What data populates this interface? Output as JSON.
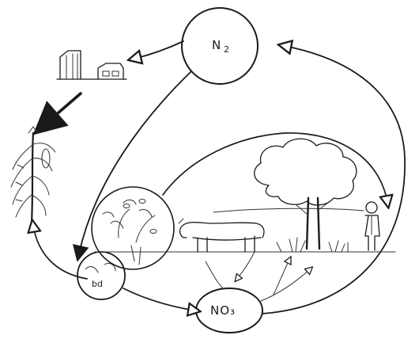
{
  "diagram": {
    "nodes": {
      "n2": {
        "label": "N",
        "subscript": "2"
      },
      "no3": {
        "label": "NO₃"
      },
      "soil_bacteria": {
        "label": "bd"
      }
    }
  }
}
